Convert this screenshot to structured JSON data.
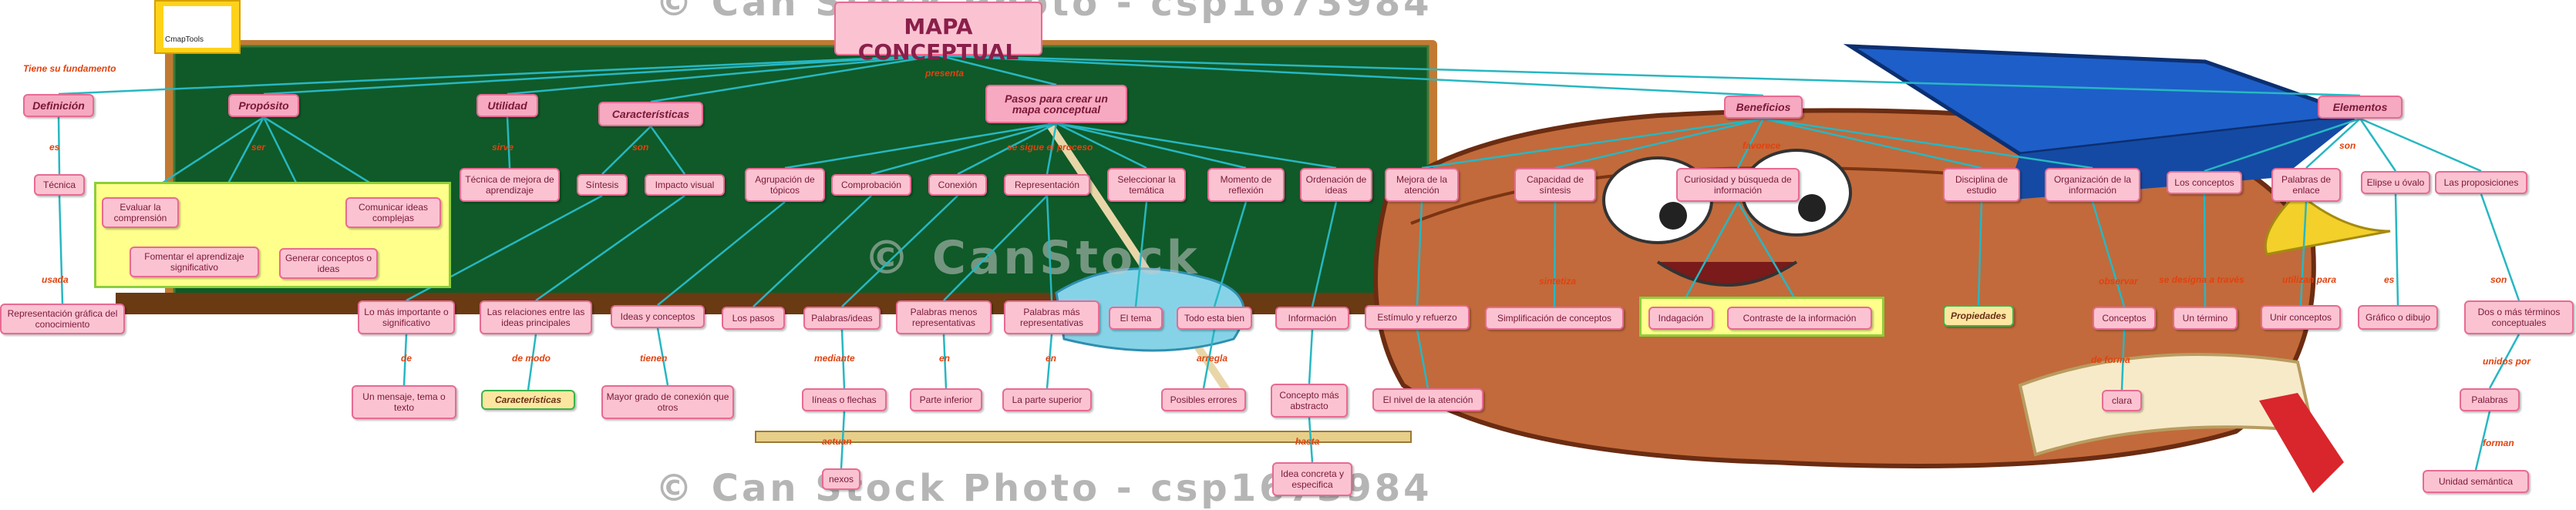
{
  "title": "MAPA CONCEPTUAL",
  "logo_text": "CmapTools",
  "watermark": "© Can Stock Photo - csp1673984",
  "watermark_mid": "© CanStock",
  "colors": {
    "node_fill": "#fbc3d2",
    "node_border": "#e86a92",
    "link_text": "#e1420f",
    "edge": "#27b7c2",
    "board": "#0f5a28"
  },
  "concepts": [
    {
      "id": "definicion",
      "label": "Definición",
      "main": true
    },
    {
      "id": "proposito",
      "label": "Propósito",
      "main": true
    },
    {
      "id": "utilidad",
      "label": "Utilidad",
      "main": true
    },
    {
      "id": "caracteristicas",
      "label": "Características",
      "main": true
    },
    {
      "id": "pasos",
      "label": "Pasos para crear un mapa conceptual",
      "main": true
    },
    {
      "id": "beneficios",
      "label": "Beneficios",
      "main": true
    },
    {
      "id": "elementos",
      "label": "Elementos",
      "main": true
    },
    {
      "id": "tecnica",
      "label": "Técnica"
    },
    {
      "id": "representacion_grafica",
      "label": "Representación gráfica del conocimiento"
    },
    {
      "id": "evaluar",
      "label": "Evaluar la comprensión"
    },
    {
      "id": "comunicar",
      "label": "Comunicar ideas complejas"
    },
    {
      "id": "fomentar",
      "label": "Fomentar el aprendizaje significativo"
    },
    {
      "id": "generar",
      "label": "Generar conceptos o ideas"
    },
    {
      "id": "tecnica_mejora",
      "label": "Técnica de mejora de aprendizaje"
    },
    {
      "id": "sintesis",
      "label": "Síntesis"
    },
    {
      "id": "impacto",
      "label": "Impacto visual"
    },
    {
      "id": "agrupacion",
      "label": "Agrupación de tópicos"
    },
    {
      "id": "comprobacion",
      "label": "Comprobación"
    },
    {
      "id": "conexion",
      "label": "Conexión"
    },
    {
      "id": "representacion",
      "label": "Representación"
    },
    {
      "id": "seleccionar",
      "label": "Seleccionar la temática"
    },
    {
      "id": "momento",
      "label": "Momento de reflexión"
    },
    {
      "id": "ordenacion",
      "label": "Ordenación de ideas"
    },
    {
      "id": "mejora_atencion",
      "label": "Mejora de la atención"
    },
    {
      "id": "capacidad",
      "label": "Capacidad de síntesis"
    },
    {
      "id": "curiosidad",
      "label": "Curiosidad y búsqueda de información"
    },
    {
      "id": "disciplina",
      "label": "Disciplina de estudio"
    },
    {
      "id": "organizacion",
      "label": "Organización de la información"
    },
    {
      "id": "los_conceptos",
      "label": "Los conceptos"
    },
    {
      "id": "palabras_enlace",
      "label": "Palabras de enlace"
    },
    {
      "id": "elipse",
      "label": "Elipse u óvalo"
    },
    {
      "id": "proposiciones",
      "label": "Las proposiciones"
    },
    {
      "id": "lo_mas_importante",
      "label": "Lo más importante o significativo"
    },
    {
      "id": "relaciones",
      "label": "Las relaciones entre las ideas principales"
    },
    {
      "id": "ideas_conceptos",
      "label": "Ideas y conceptos"
    },
    {
      "id": "los_pasos",
      "label": "Los pasos"
    },
    {
      "id": "palabras_ideas",
      "label": "Palabras/ideas"
    },
    {
      "id": "palabras_menos",
      "label": "Palabras menos representativas"
    },
    {
      "id": "palabras_mas",
      "label": "Palabras más representativas"
    },
    {
      "id": "el_tema",
      "label": "El tema"
    },
    {
      "id": "todo_esta_bien",
      "label": "Todo esta bien"
    },
    {
      "id": "informacion",
      "label": "Información"
    },
    {
      "id": "estimulo",
      "label": "Estímulo y refuerzo"
    },
    {
      "id": "simplificacion",
      "label": "Simplificación de conceptos"
    },
    {
      "id": "indagacion",
      "label": "Indagación"
    },
    {
      "id": "contraste",
      "label": "Contraste de la información"
    },
    {
      "id": "propiedades",
      "label": "Propiedades"
    },
    {
      "id": "conceptos",
      "label": "Conceptos"
    },
    {
      "id": "un_termino",
      "label": "Un término"
    },
    {
      "id": "unir_conceptos",
      "label": "Unir conceptos"
    },
    {
      "id": "grafico_dibujo",
      "label": "Gráfico o dibujo"
    },
    {
      "id": "dos_o_mas",
      "label": "Dos o más términos conceptuales"
    },
    {
      "id": "mensaje",
      "label": "Un mensaje, tema o texto"
    },
    {
      "id": "caracteristicas2",
      "label": "Características"
    },
    {
      "id": "mayor_grado",
      "label": "Mayor grado de conexión que otros"
    },
    {
      "id": "lineas",
      "label": "líneas o flechas"
    },
    {
      "id": "parte_inferior",
      "label": "Parte inferior"
    },
    {
      "id": "parte_superior",
      "label": "La parte superior"
    },
    {
      "id": "posibles_errores",
      "label": "Posibles errores"
    },
    {
      "id": "concepto_abstracto",
      "label": "Concepto más abstracto"
    },
    {
      "id": "nivel_atencion",
      "label": "El nivel de la atención"
    },
    {
      "id": "clara",
      "label": "clara"
    },
    {
      "id": "palabras",
      "label": "Palabras"
    },
    {
      "id": "nexos",
      "label": "nexos"
    },
    {
      "id": "idea_concreta",
      "label": "Idea concreta y especifica"
    },
    {
      "id": "unidad_semantica",
      "label": "Unidad semántica"
    }
  ],
  "links": [
    {
      "id": "tiene_fund",
      "label": "Tiene su fundamento"
    },
    {
      "id": "presenta",
      "label": "presenta"
    },
    {
      "id": "es",
      "label": "es"
    },
    {
      "id": "usada",
      "label": "usada"
    },
    {
      "id": "ser",
      "label": "ser"
    },
    {
      "id": "sirve",
      "label": "sirve"
    },
    {
      "id": "son",
      "label": "son"
    },
    {
      "id": "se_sigue",
      "label": "se sigue el proceso"
    },
    {
      "id": "favorece",
      "label": "favorece"
    },
    {
      "id": "son2",
      "label": "son"
    },
    {
      "id": "de",
      "label": "de"
    },
    {
      "id": "de_modo",
      "label": "de modo"
    },
    {
      "id": "tienen",
      "label": "tienen"
    },
    {
      "id": "mediante",
      "label": "mediante"
    },
    {
      "id": "actuan",
      "label": "actuan"
    },
    {
      "id": "en1",
      "label": "en"
    },
    {
      "id": "en2",
      "label": "en"
    },
    {
      "id": "arregla",
      "label": "arregla"
    },
    {
      "id": "hasta",
      "label": "hasta"
    },
    {
      "id": "sintetiza",
      "label": "sintetiza"
    },
    {
      "id": "se_designa",
      "label": "se designa a través"
    },
    {
      "id": "utilizan_para",
      "label": "utilizan para"
    },
    {
      "id": "es2",
      "label": "es"
    },
    {
      "id": "son3",
      "label": "son"
    },
    {
      "id": "unidos_por",
      "label": "unidos por"
    },
    {
      "id": "forman",
      "label": "forman"
    },
    {
      "id": "observar",
      "label": "observar"
    },
    {
      "id": "de_forma",
      "label": "de forma"
    }
  ]
}
